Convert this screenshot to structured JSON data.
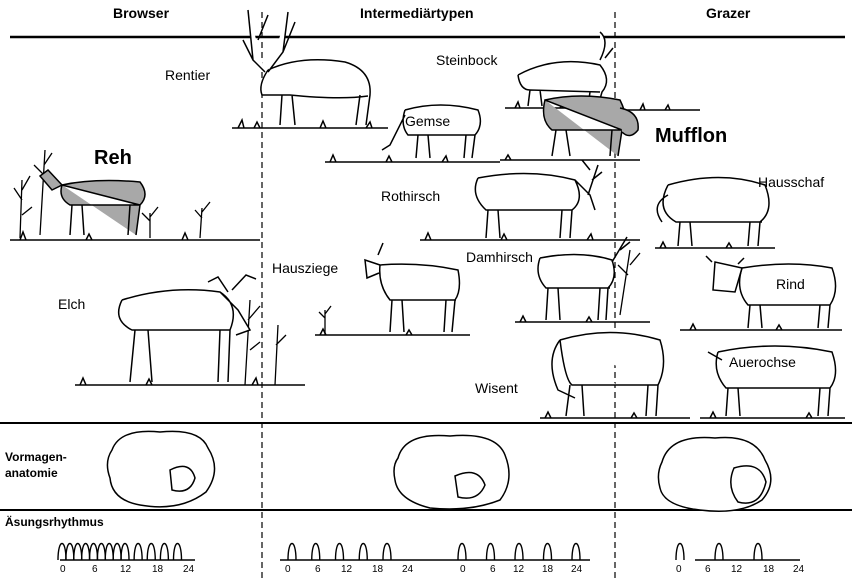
{
  "columns": {
    "browser": "Browser",
    "intermediate": "Intermediärtypen",
    "grazer": "Grazer"
  },
  "animals": {
    "rentier": "Rentier",
    "steinbock": "Steinbock",
    "gemse": "Gemse",
    "mufflon": "Mufflon",
    "reh": "Reh",
    "rothirsch": "Rothirsch",
    "hausschaf": "Hausschaf",
    "hausziege": "Hausziege",
    "damhirsch": "Damhirsch",
    "elch": "Elch",
    "rind": "Rind",
    "auerochse": "Auerochse",
    "wisent": "Wisent"
  },
  "rows": {
    "vormagen_line1": "Vormagen-",
    "vormagen_line2": "anatomie",
    "rhythm": "Äsungsrhythmus"
  },
  "tick_labels": [
    "0",
    "6",
    "12",
    "18",
    "24"
  ],
  "tick_labels_grazer": [
    "0",
    "6",
    "12",
    "18",
    "24"
  ],
  "feeding_peaks": {
    "browser_hours": [
      0,
      1.5,
      3,
      4.5,
      6,
      7.5,
      9,
      10.5,
      12,
      14.5,
      17,
      19.5,
      22
    ],
    "intermediate_a_hours": [
      0,
      5,
      10,
      15,
      20
    ],
    "intermediate_b_hours": [
      0,
      6,
      12,
      18,
      24
    ],
    "grazer_hours": [
      0,
      8,
      16
    ]
  },
  "colors": {
    "ink": "#000000",
    "gray_fill": "#a8a8a8"
  }
}
